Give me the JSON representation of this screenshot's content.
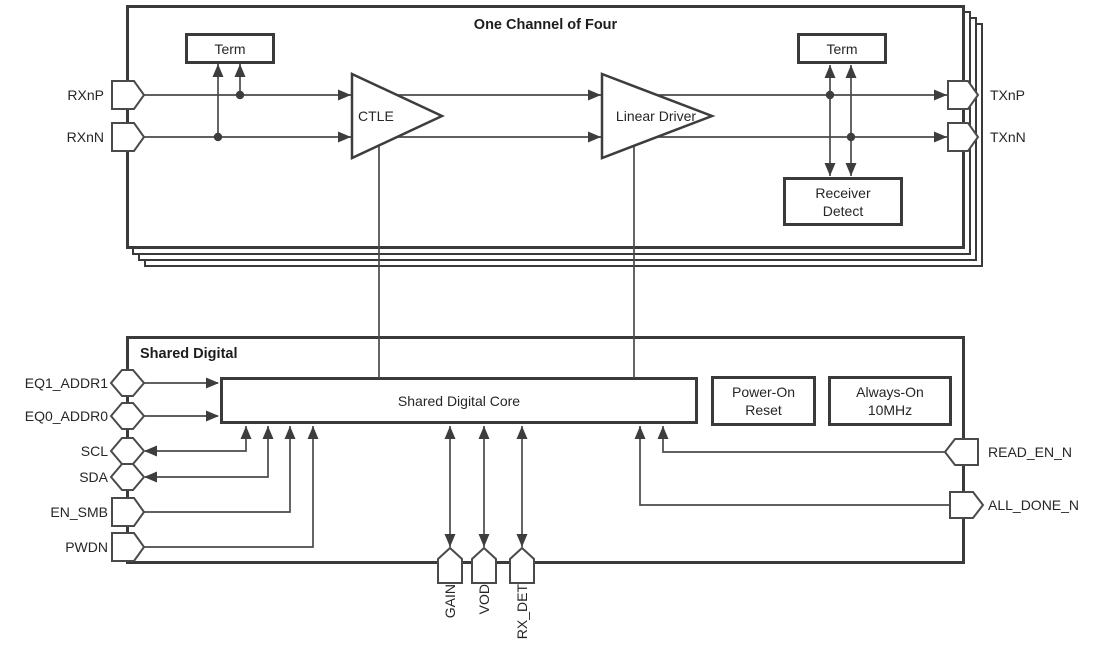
{
  "colors": {
    "box_border": "#3a3a3a",
    "wire": "#4a4a4a",
    "arrow_fill": "#3d3d3d",
    "background": "#ffffff",
    "text": "#262626"
  },
  "channel": {
    "title": "One Channel of Four",
    "term_left": "Term",
    "term_right": "Term",
    "ctle": "CTLE",
    "linear_driver": "Linear Driver",
    "receiver_detect_line1": "Receiver",
    "receiver_detect_line2": "Detect",
    "pin_rxp": "RXnP",
    "pin_rxn": "RXnN",
    "pin_txp": "TXnP",
    "pin_txn": "TXnN"
  },
  "shared": {
    "title": "Shared Digital",
    "core": "Shared Digital Core",
    "por_line1": "Power-On",
    "por_line2": "Reset",
    "aon_line1": "Always-On",
    "aon_line2": "10MHz",
    "pin_eq1": "EQ1_ADDR1",
    "pin_eq0": "EQ0_ADDR0",
    "pin_scl": "SCL",
    "pin_sda": "SDA",
    "pin_en_smb": "EN_SMB",
    "pin_pwdn": "PWDN",
    "pin_read_en": "READ_EN_N",
    "pin_all_done": "ALL_DONE_N",
    "pin_gain": "GAIN",
    "pin_vod": "VOD",
    "pin_rx_det": "RX_DET"
  }
}
